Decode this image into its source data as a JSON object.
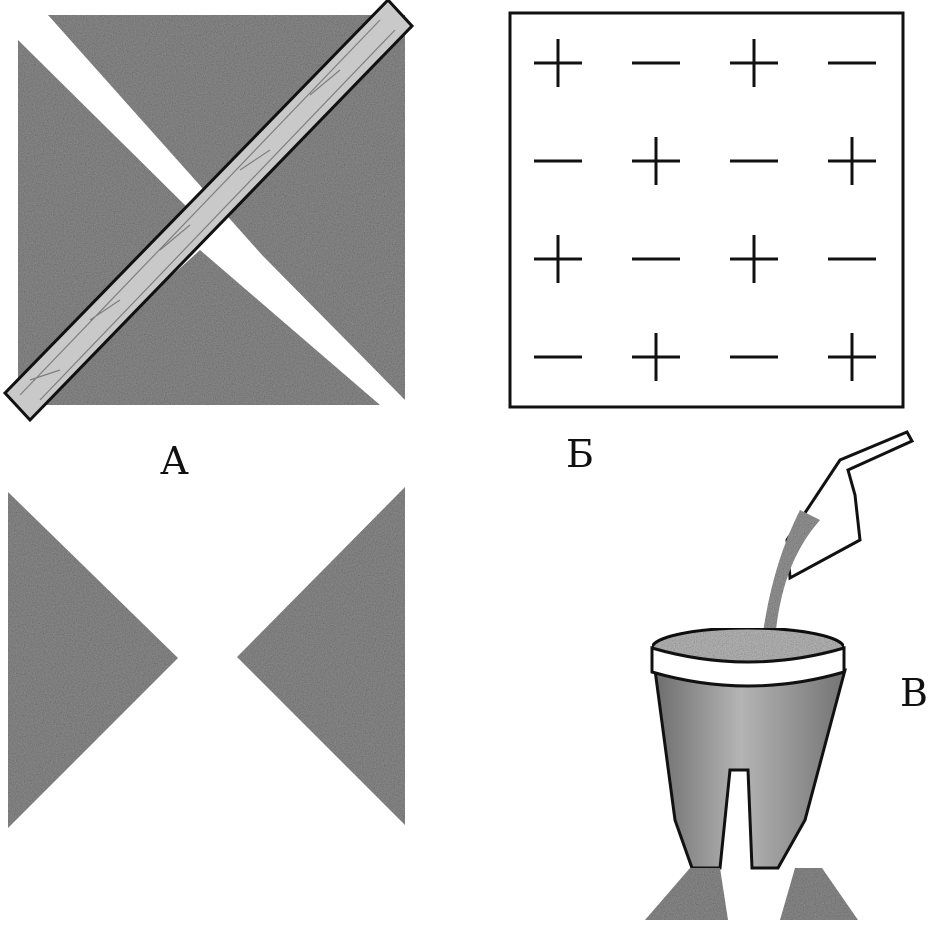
{
  "labels": {
    "panel_a": "А",
    "panel_b": "Б",
    "panel_c": "В"
  },
  "grid": {
    "rows": [
      [
        "+",
        "−",
        "+",
        "−"
      ],
      [
        "−",
        "+",
        "−",
        "+"
      ],
      [
        "+",
        "−",
        "+",
        "−"
      ],
      [
        "−",
        "+",
        "−",
        "+"
      ]
    ]
  },
  "colors": {
    "stone": "#8f8f8f",
    "stone_dark": "#6f6f6f",
    "strip": "#c9c9c9",
    "funnel": "#9a9a9a",
    "ink": "#111111"
  }
}
